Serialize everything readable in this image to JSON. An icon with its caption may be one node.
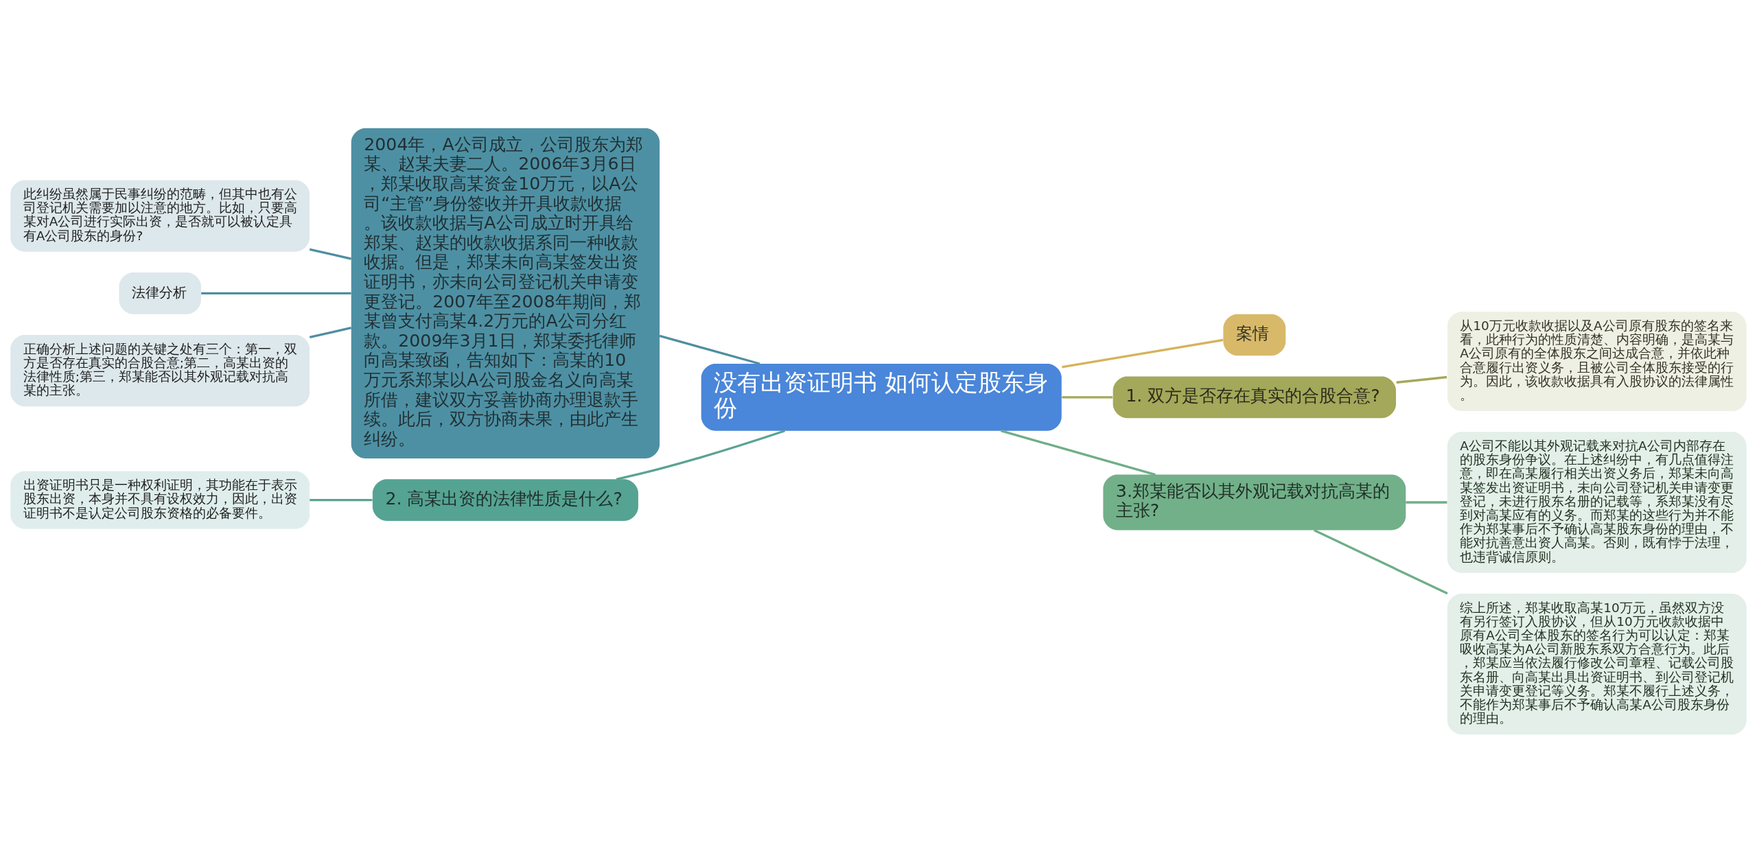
{
  "diagram": {
    "nodes": [
      {
        "text": [
          "没有出资证明书 如何认定股东身份"
        ]
      },
      {
        "text": [
          "2004年，A公司成立，公司股东为郑某、赵某夫妻二人。2006年3月6日，郑某收取高某资金10万元，以A公司“主管”身份签收并开具收款收据。该收款收据与A公司成立时开具给郑某、赵某的收款收据系同一种收款收据。但是，郑某未向高某签发出资证明书，亦未向公司登记机关申请变更登记。2007年至2008年期间，郑某曾支付高某4.2万元的A公司分红款。2009年3月1日，郑某委托律师向高某致函，告知如下：高某的10万元系郑某以A公司股金名义向高某所借，建议双方妥善协商办理退款手续。此后，双方协商未果，由此产生纠纷。"
        ]
      },
      {
        "text": [
          "此纠纷虽然属于民事纠纷的范畴，但其中也有公司登记机关需要加以注意的地方。比如，只要高某对A公司进行实际出资，是否就可以被认定具有A公司股东的身份?"
        ]
      },
      {
        "text": [
          "法律分析"
        ]
      },
      {
        "text": [
          "正确分析上述问题的关键之处有三个：第一，双方是否存在真实的合股合意;第二，高某出资的法律性质;第三，郑某能否以其外观记载对抗高某的主张。"
        ]
      },
      {
        "text": [
          "2. 高某出资的法律性质是什么?"
        ]
      },
      {
        "text": [
          "出资证明书只是一种权利证明，其功能在于表示股东出资，本身并不具有设权效力，因此，出资证明书不是认定公司股东资格的必备要件。"
        ]
      },
      {
        "text": [
          "案情"
        ]
      },
      {
        "text": [
          "1. 双方是否存在真实的合股合意?"
        ]
      },
      {
        "text": [
          "从10万元收款收据以及A公司原有股东的签名来看，此种行为的性质清楚、内容明确，是高某与A公司原有的全体股东之间达成合意，并依此种合意履行出资义务，且被公司全体股东接受的行为。因此，该收款收据具有入股协议的法律属性。"
        ]
      },
      {
        "text": [
          "3.郑某能否以其外观记载对抗高某的主张?"
        ]
      },
      {
        "text": [
          "A公司不能以其外观记载来对抗A公司内部存在的股东身份争议。在上述纠纷中，有几点值得注意，即在高某履行相关出资义务后，郑某未向高某签发出资证明书，未向公司登记机关申请变更登记，未进行股东名册的记载等，系郑某没有尽到对高某应有的义务。而郑某的这些行为并不能作为郑某事后不予确认高某股东身份的理由，不能对抗善意出资人高某。否则，既有悖于法理，也违背诚信原则。"
        ]
      },
      {
        "text": [
          "综上所述，郑某收取高某10万元，虽然双方没有另行签订入股协议，但从10万元收款收据中原有A公司全体股东的签名行为可以认定：郑某吸收高某为A公司新股东系双方合意行为。此后，郑某应当依法履行修改公司章程、记载公司股东名册、向高某出具出资证明书、到公司登记机关申请变更登记等义务。郑某不履行上述义务，不能作为郑某事后不予确认高某A公司股东身份的理由。"
        ]
      }
    ],
    "edges": [
      {
        "from": 0,
        "to": 1,
        "arrow": "none"
      },
      {
        "from": 1,
        "to": 2,
        "arrow": "none"
      },
      {
        "from": 1,
        "to": 3,
        "arrow": "none"
      },
      {
        "from": 1,
        "to": 4,
        "arrow": "none"
      },
      {
        "from": 0,
        "to": 5,
        "arrow": "none",
        "color": "#5aa392"
      },
      {
        "from": 5,
        "to": 6,
        "arrow": "none",
        "color": "#5aa392"
      },
      {
        "from": 0,
        "to": 7,
        "arrow": "none",
        "color": "#d6b35a"
      },
      {
        "from": 0,
        "to": 8,
        "arrow": "none",
        "color": "#a6a85a"
      },
      {
        "from": 8,
        "to": 9,
        "arrow": "none",
        "color": "#a6a85a"
      },
      {
        "from": 0,
        "to": 10,
        "arrow": "none",
        "color": "#6fae87"
      },
      {
        "from": 10,
        "to": 11,
        "arrow": "none",
        "color": "#6fae87"
      },
      {
        "from": 10,
        "to": 12,
        "arrow": "none",
        "color": "#6fae87"
      }
    ]
  }
}
